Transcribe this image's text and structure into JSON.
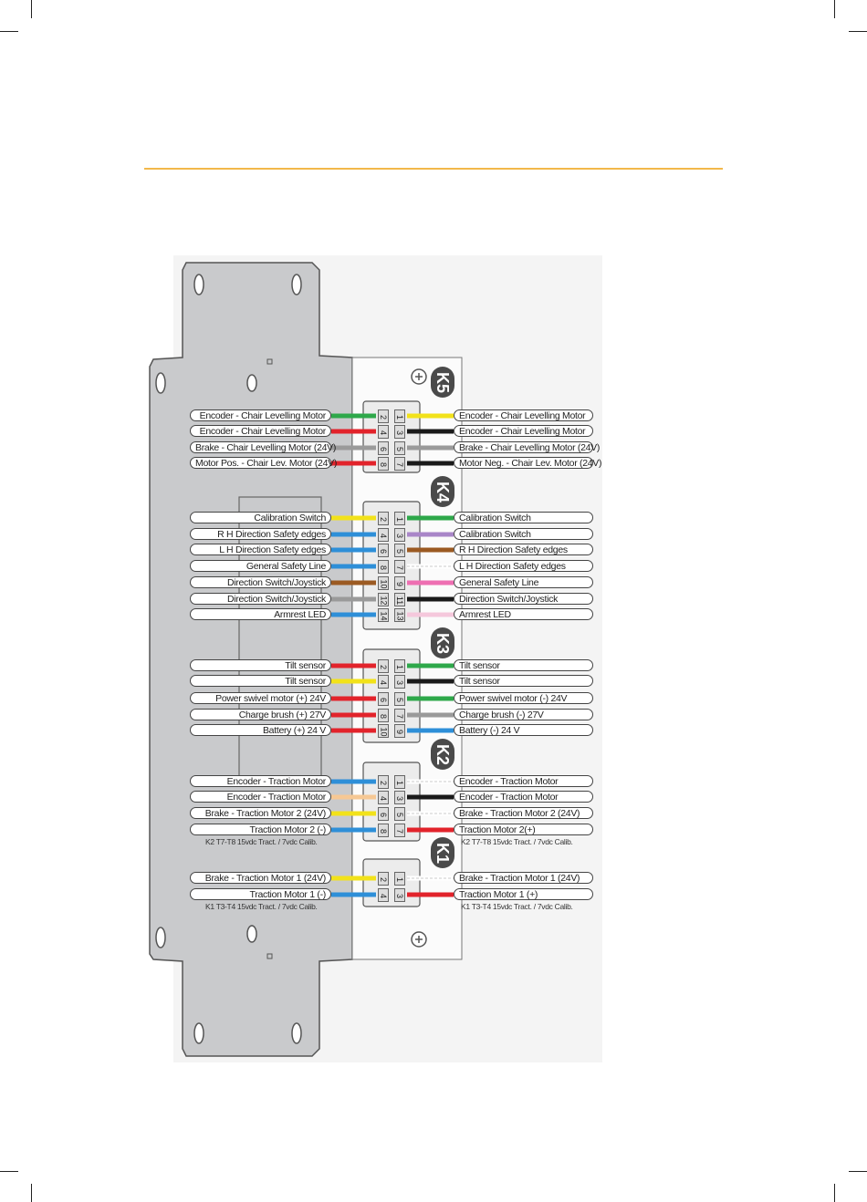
{
  "colors": {
    "green": "#2ea84a",
    "yellow": "#f2e21a",
    "red": "#e2232b",
    "black": "#1a1a1a",
    "grey": "#9a9a9a",
    "blue": "#2e8fd8",
    "purple": "#a986c8",
    "brown": "#9b5a22",
    "pink": "#ee6fb2",
    "light_pink": "#f5c8dc",
    "peach": "#f6c894",
    "white": "#ffffff"
  },
  "connectors": [
    {
      "name": "K5"
    },
    {
      "name": "K4"
    },
    {
      "name": "K3"
    },
    {
      "name": "K2"
    },
    {
      "name": "K1"
    }
  ],
  "left_wires": [
    {
      "label": "Encoder - Chair Levelling Motor",
      "pin": "2",
      "color": "green"
    },
    {
      "label": "Encoder - Chair Levelling Motor",
      "pin": "4",
      "color": "red"
    },
    {
      "label": "Brake - Chair Levelling Motor (24V)",
      "pin": "6",
      "color": "grey"
    },
    {
      "label": "Motor Pos. - Chair Lev. Motor (24V)",
      "pin": "8",
      "color": "red"
    },
    {
      "label": "Calibration Switch",
      "pin": "2",
      "color": "yellow"
    },
    {
      "label": "R H Direction Safety edges",
      "pin": "4",
      "color": "blue"
    },
    {
      "label": "L H Direction Safety edges",
      "pin": "6",
      "color": "blue"
    },
    {
      "label": "General Safety Line",
      "pin": "8",
      "color": "blue"
    },
    {
      "label": "Direction Switch/Joystick",
      "pin": "10",
      "color": "brown"
    },
    {
      "label": "Direction Switch/Joystick",
      "pin": "12",
      "color": "grey"
    },
    {
      "label": "Armrest LED",
      "pin": "14",
      "color": "blue"
    },
    {
      "label": "Tilt sensor",
      "pin": "2",
      "color": "red"
    },
    {
      "label": "Tilt sensor",
      "pin": "4",
      "color": "yellow"
    },
    {
      "label": "Power swivel motor (+) 24V",
      "pin": "6",
      "color": "red"
    },
    {
      "label": "Charge brush (+) 27V",
      "pin": "8",
      "color": "red"
    },
    {
      "label": "Battery (+) 24 V",
      "pin": "10",
      "color": "red"
    },
    {
      "label": "Encoder - Traction Motor",
      "pin": "2",
      "color": "blue"
    },
    {
      "label": "Encoder - Traction Motor",
      "pin": "4",
      "color": "peach"
    },
    {
      "label": "Brake - Traction Motor 2 (24V)",
      "pin": "6",
      "color": "yellow"
    },
    {
      "label": "Traction Motor 2 (-)",
      "pin": "8",
      "color": "blue"
    },
    {
      "label": "Brake - Traction Motor 1 (24V)",
      "pin": "2",
      "color": "yellow"
    },
    {
      "label": "Traction Motor 1 (-)",
      "pin": "4",
      "color": "blue"
    }
  ],
  "right_wires": [
    {
      "label": "Encoder - Chair Levelling Motor",
      "pin": "1",
      "color": "yellow"
    },
    {
      "label": "Encoder - Chair Levelling Motor",
      "pin": "3",
      "color": "black"
    },
    {
      "label": "Brake - Chair Levelling Motor (24V)",
      "pin": "5",
      "color": "grey"
    },
    {
      "label": "Motor Neg. - Chair Lev. Motor (24V)",
      "pin": "7",
      "color": "black"
    },
    {
      "label": "Calibration Switch",
      "pin": "1",
      "color": "green"
    },
    {
      "label": "Calibration Switch",
      "pin": "3",
      "color": "purple"
    },
    {
      "label": "R H Direction Safety edges",
      "pin": "5",
      "color": "brown"
    },
    {
      "label": "L H Direction Safety edges",
      "pin": "7",
      "color": "white"
    },
    {
      "label": "General Safety Line",
      "pin": "9",
      "color": "pink"
    },
    {
      "label": "Direction Switch/Joystick",
      "pin": "11",
      "color": "black"
    },
    {
      "label": "Armrest LED",
      "pin": "13",
      "color": "light_pink"
    },
    {
      "label": "Tilt sensor",
      "pin": "1",
      "color": "green"
    },
    {
      "label": "Tilt sensor",
      "pin": "3",
      "color": "black"
    },
    {
      "label": "Power swivel motor (-) 24V",
      "pin": "5",
      "color": "green"
    },
    {
      "label": "Charge brush (-) 27V",
      "pin": "7",
      "color": "grey"
    },
    {
      "label": "Battery (-) 24 V",
      "pin": "9",
      "color": "blue"
    },
    {
      "label": "Encoder - Traction Motor",
      "pin": "1",
      "color": "white"
    },
    {
      "label": "Encoder - Traction Motor",
      "pin": "3",
      "color": "black"
    },
    {
      "label": "Brake - Traction Motor 2 (24V)",
      "pin": "5",
      "color": "white"
    },
    {
      "label": "Traction Motor 2(+)",
      "pin": "7",
      "color": "red"
    },
    {
      "label": "Brake - Traction Motor 1 (24V)",
      "pin": "1",
      "color": "white"
    },
    {
      "label": "Traction Motor 1 (+)",
      "pin": "3",
      "color": "red"
    }
  ],
  "notes": {
    "k2_left": "K2 T7-T8 15vdc Tract. / 7vdc Calib.",
    "k2_right": "K2 T7-T8 15vdc Tract. / 7vdc Calib.",
    "k1_left": "K1 T3-T4 15vdc Tract. / 7vdc Calib.",
    "k1_right": "K1 T3-T4 15vdc Tract. / 7vdc Calib."
  }
}
